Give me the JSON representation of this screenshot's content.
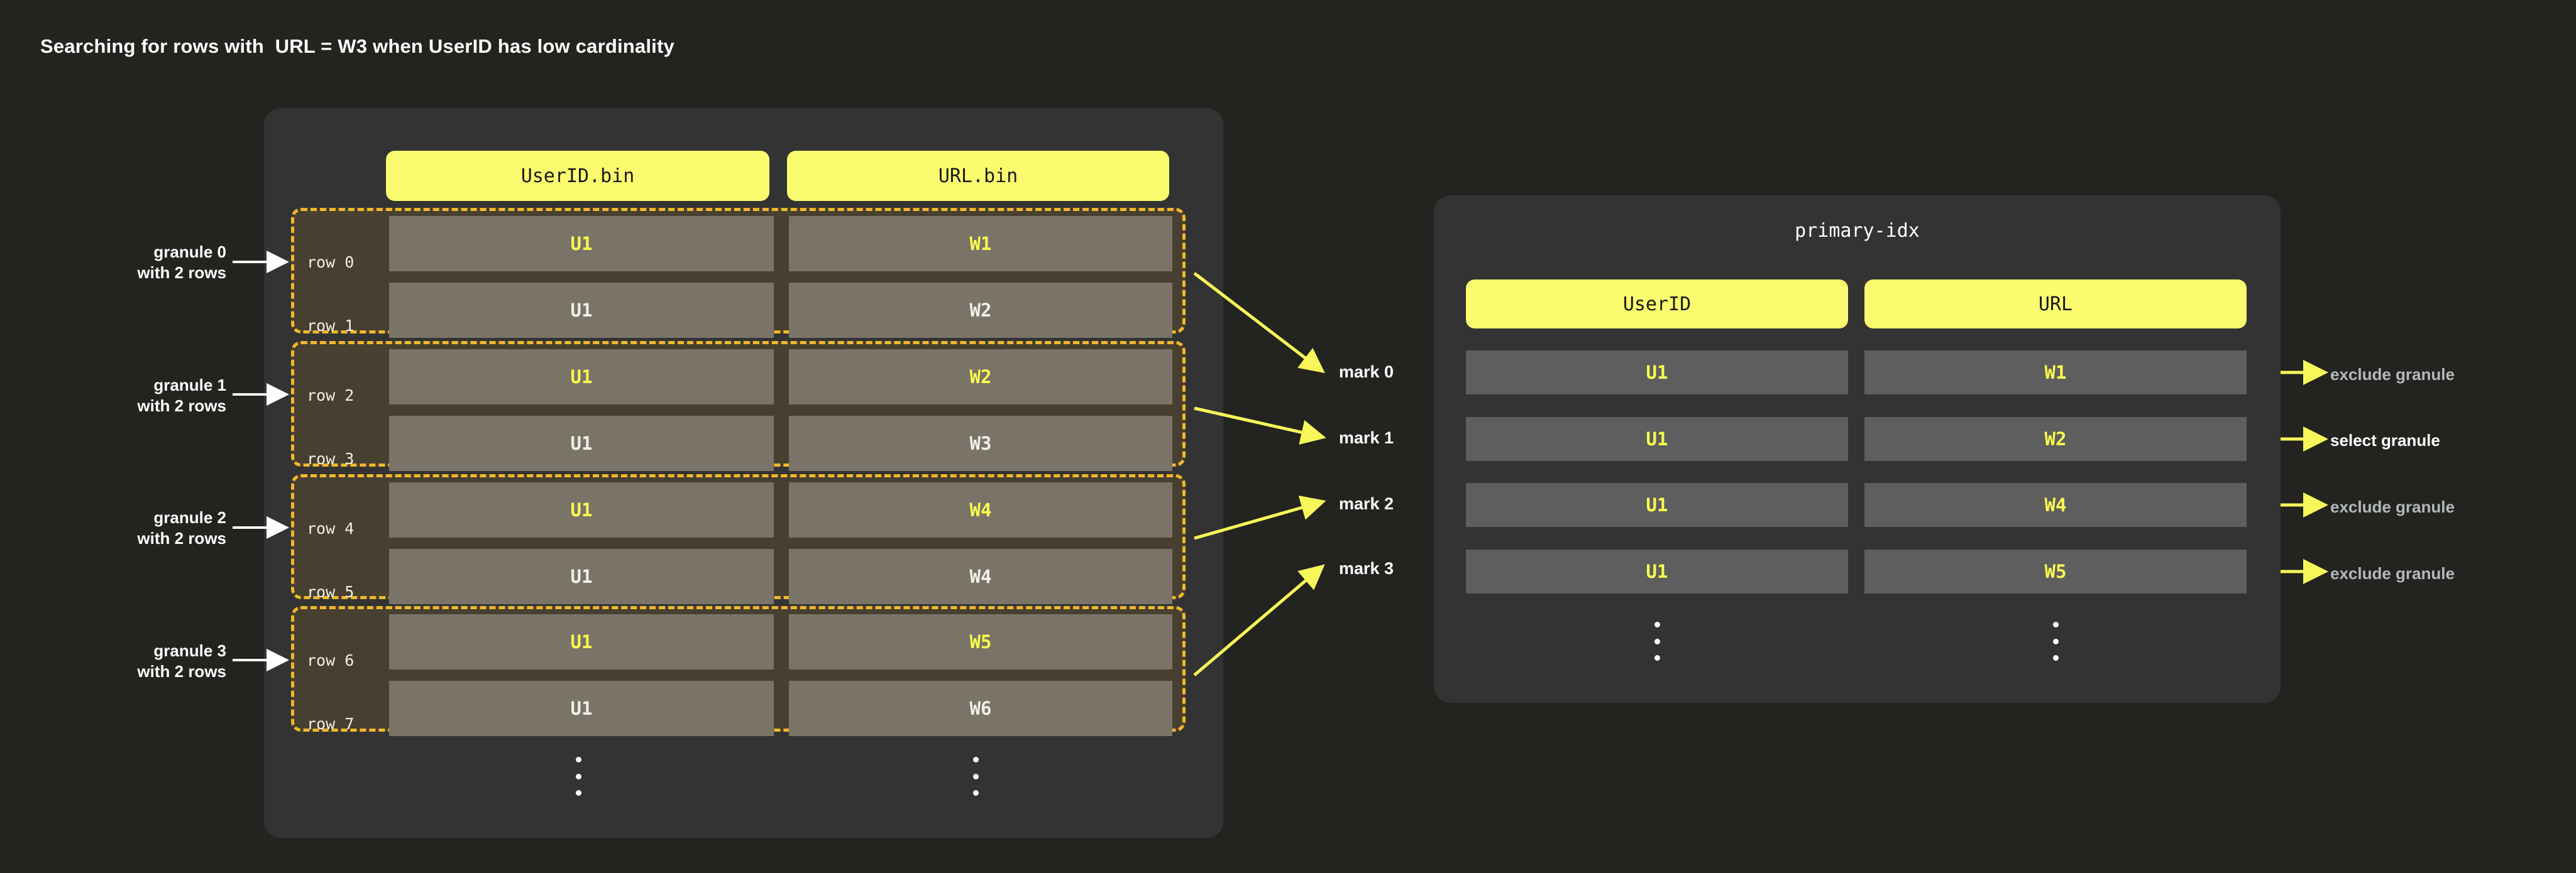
{
  "page": {
    "title": "Searching for rows with  URL = W3 when UserID has low cardinality",
    "background_color": "#232320",
    "accent_yellow": "#fbfb70",
    "dashed_border_color": "#f0b82a",
    "panel_color": "#333333"
  },
  "data_part": {
    "columns": [
      {
        "label": "UserID.bin",
        "name": "userid-bin"
      },
      {
        "label": "URL.bin",
        "name": "url-bin"
      }
    ],
    "granules": [
      {
        "note_line1": "granule 0",
        "note_line2": "with 2 rows",
        "mark": "mark 0",
        "rows": [
          {
            "label": "row 0",
            "userid": "U1",
            "url": "W1",
            "highlight": true
          },
          {
            "label": "row 1",
            "userid": "U1",
            "url": "W2",
            "highlight": false
          }
        ]
      },
      {
        "note_line1": "granule 1",
        "note_line2": "with 2 rows",
        "mark": "mark 1",
        "rows": [
          {
            "label": "row 2",
            "userid": "U1",
            "url": "W2",
            "highlight": true
          },
          {
            "label": "row 3",
            "userid": "U1",
            "url": "W3",
            "highlight": false
          }
        ]
      },
      {
        "note_line1": "granule 2",
        "note_line2": "with 2 rows",
        "mark": "mark 2",
        "rows": [
          {
            "label": "row 4",
            "userid": "U1",
            "url": "W4",
            "highlight": true
          },
          {
            "label": "row 5",
            "userid": "U1",
            "url": "W4",
            "highlight": false
          }
        ]
      },
      {
        "note_line1": "granule 3",
        "note_line2": "with 2 rows",
        "mark": "mark 3",
        "rows": [
          {
            "label": "row 6",
            "userid": "U1",
            "url": "W5",
            "highlight": true
          },
          {
            "label": "row 7",
            "userid": "U1",
            "url": "W6",
            "highlight": false
          }
        ]
      }
    ],
    "ellipsis": "⋮"
  },
  "index_part": {
    "title": "primary-idx",
    "columns": [
      {
        "label": "UserID",
        "name": "userid"
      },
      {
        "label": "URL",
        "name": "url"
      }
    ],
    "rows": [
      {
        "userid": "U1",
        "url": "W1",
        "decision": "exclude granule",
        "selected": false
      },
      {
        "userid": "U1",
        "url": "W2",
        "decision": "select granule",
        "selected": true
      },
      {
        "userid": "U1",
        "url": "W4",
        "decision": "exclude granule",
        "selected": false
      },
      {
        "userid": "U1",
        "url": "W5",
        "decision": "exclude granule",
        "selected": false
      }
    ],
    "ellipsis": "⋮"
  }
}
